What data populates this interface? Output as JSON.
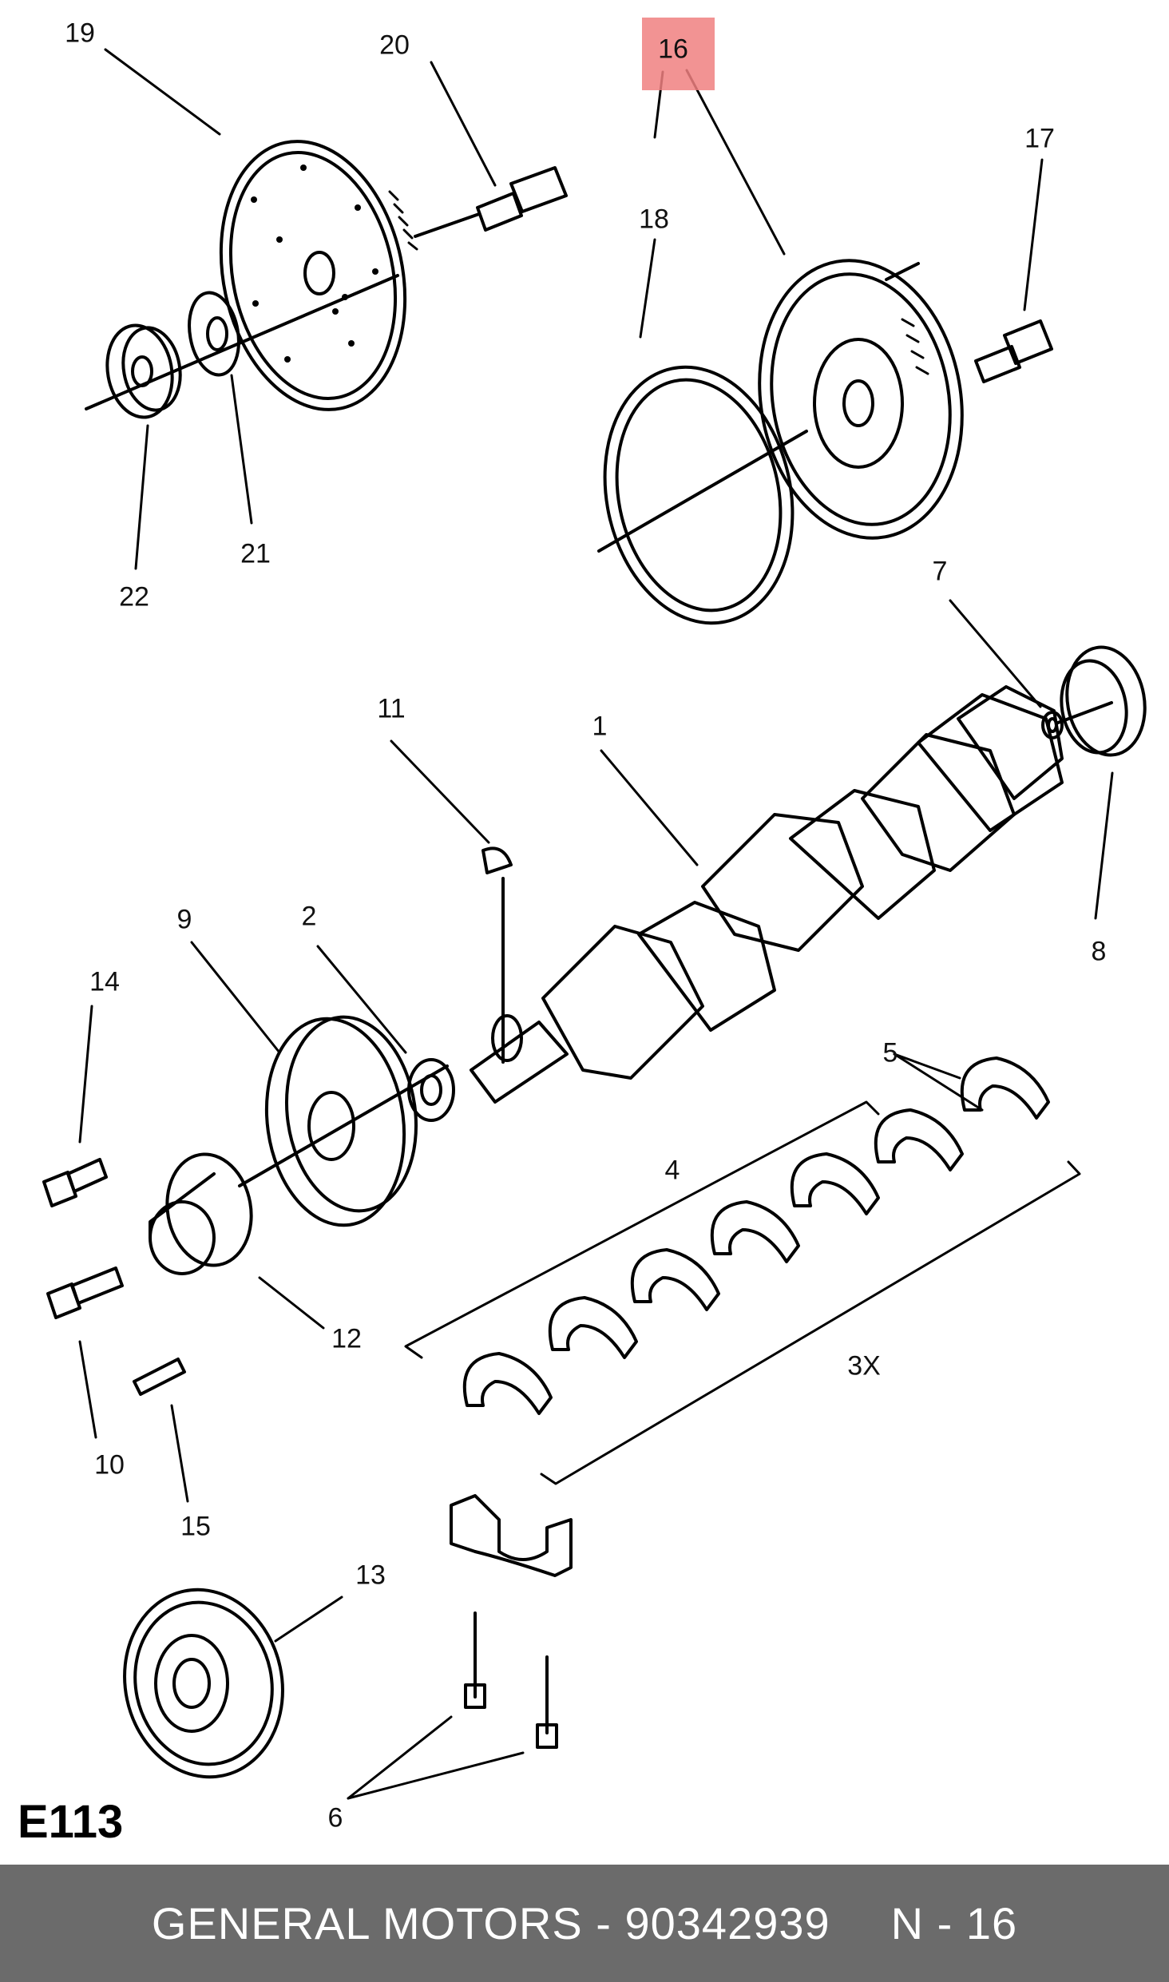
{
  "diagram": {
    "id_label": "E113",
    "highlighted_callout": "16",
    "highlight_color": "#f08080",
    "callouts": {
      "c1": "1",
      "c2": "2",
      "c3x": "3X",
      "c4": "4",
      "c5": "5",
      "c6": "6",
      "c7": "7",
      "c8": "8",
      "c9": "9",
      "c10": "10",
      "c11": "11",
      "c12": "12",
      "c13": "13",
      "c14": "14",
      "c15": "15",
      "c16": "16",
      "c17": "17",
      "c18": "18",
      "c19": "19",
      "c20": "20",
      "c21": "21",
      "c22": "22"
    }
  },
  "footer": {
    "brand_part": "GENERAL MOTORS - 90342939",
    "position_ref": "N - 16",
    "background": "#6b6b6b"
  }
}
